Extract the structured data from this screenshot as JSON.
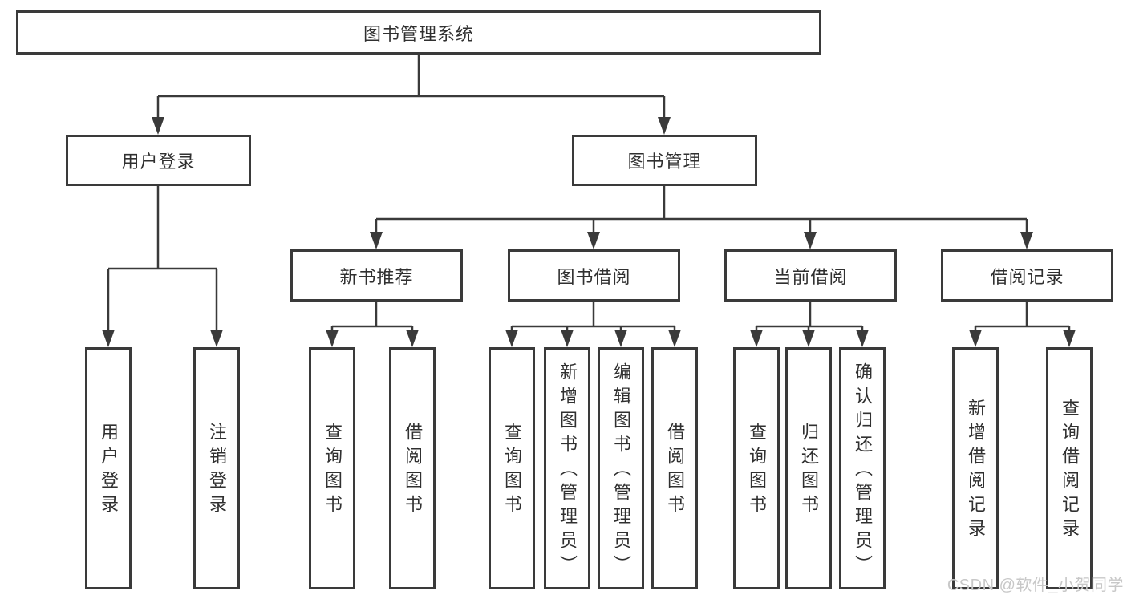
{
  "tree": {
    "root": "图书管理系统",
    "branches": [
      {
        "label": "用户登录",
        "children": [
          "用户登录",
          "注销登录"
        ]
      },
      {
        "label": "图书管理",
        "children": [
          {
            "label": "新书推荐",
            "children": [
              "查询图书",
              "借阅图书"
            ]
          },
          {
            "label": "图书借阅",
            "children": [
              "查询图书",
              "新增图书（管理员）",
              "编辑图书（管理员）",
              "借阅图书"
            ]
          },
          {
            "label": "当前借阅",
            "children": [
              "查询图书",
              "归还图书",
              "确认归还（管理员）"
            ]
          },
          {
            "label": "借阅记录",
            "children": [
              "新增借阅记录",
              "查询借阅记录"
            ]
          }
        ]
      }
    ]
  },
  "watermark": "CSDN @软件_小贺同学",
  "colors": {
    "line": "#3a3a3a",
    "text": "#303030",
    "watermark": "#c8c8c8",
    "background": "#ffffff"
  }
}
